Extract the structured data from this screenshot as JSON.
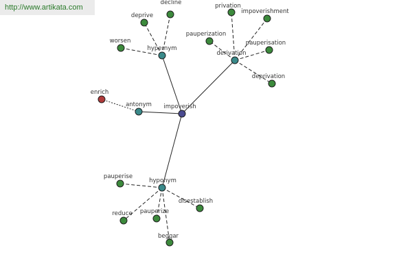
{
  "watermark": "http://www.artikata.com",
  "colors": {
    "center": "#4a4a90",
    "relation": "#3a8a8a",
    "word": "#3c8a3c",
    "antonym_word": "#b03a3a",
    "edge": "#222222"
  },
  "nodes": [
    {
      "id": "impoverish",
      "label": "impoverish",
      "type": "center"
    },
    {
      "id": "hypernym",
      "label": "hypernym",
      "type": "relation"
    },
    {
      "id": "derivation",
      "label": "derivation",
      "type": "relation"
    },
    {
      "id": "antonym",
      "label": "antonym",
      "type": "relation"
    },
    {
      "id": "hyponym",
      "label": "hyponym",
      "type": "relation"
    },
    {
      "id": "decline",
      "label": "decline",
      "type": "word"
    },
    {
      "id": "deprive",
      "label": "deprive",
      "type": "word"
    },
    {
      "id": "worsen",
      "label": "worsen",
      "type": "word"
    },
    {
      "id": "privation",
      "label": "privation",
      "type": "word"
    },
    {
      "id": "impoverishment",
      "label": "impoverishment",
      "type": "word"
    },
    {
      "id": "pauperization",
      "label": "pauperization",
      "type": "word"
    },
    {
      "id": "pauperisation",
      "label": "pauperisation",
      "type": "word"
    },
    {
      "id": "deprivation",
      "label": "deprivation",
      "type": "word"
    },
    {
      "id": "enrich",
      "label": "enrich",
      "type": "antonym_word"
    },
    {
      "id": "pauperise",
      "label": "pauperise",
      "type": "word"
    },
    {
      "id": "disestablish",
      "label": "disestablish",
      "type": "word"
    },
    {
      "id": "reduce",
      "label": "reduce",
      "type": "word"
    },
    {
      "id": "pauperize",
      "label": "pauperize",
      "type": "word"
    },
    {
      "id": "beggar",
      "label": "beggar",
      "type": "word"
    }
  ],
  "edges": [
    {
      "from": "impoverish",
      "to": "hypernym",
      "style": "solid"
    },
    {
      "from": "impoverish",
      "to": "derivation",
      "style": "solid"
    },
    {
      "from": "impoverish",
      "to": "antonym",
      "style": "solid"
    },
    {
      "from": "impoverish",
      "to": "hyponym",
      "style": "solid"
    },
    {
      "from": "hypernym",
      "to": "decline",
      "style": "dashed"
    },
    {
      "from": "hypernym",
      "to": "deprive",
      "style": "dashed"
    },
    {
      "from": "hypernym",
      "to": "worsen",
      "style": "dashed"
    },
    {
      "from": "derivation",
      "to": "privation",
      "style": "dashed"
    },
    {
      "from": "derivation",
      "to": "impoverishment",
      "style": "dashed"
    },
    {
      "from": "derivation",
      "to": "pauperization",
      "style": "dashed"
    },
    {
      "from": "derivation",
      "to": "pauperisation",
      "style": "dashed"
    },
    {
      "from": "derivation",
      "to": "deprivation",
      "style": "dashed"
    },
    {
      "from": "antonym",
      "to": "enrich",
      "style": "dotted"
    },
    {
      "from": "hyponym",
      "to": "pauperise",
      "style": "dashed"
    },
    {
      "from": "hyponym",
      "to": "disestablish",
      "style": "dashed"
    },
    {
      "from": "hyponym",
      "to": "reduce",
      "style": "dashed"
    },
    {
      "from": "hyponym",
      "to": "pauperize",
      "style": "dashed"
    },
    {
      "from": "hyponym",
      "to": "beggar",
      "style": "dashed"
    }
  ]
}
